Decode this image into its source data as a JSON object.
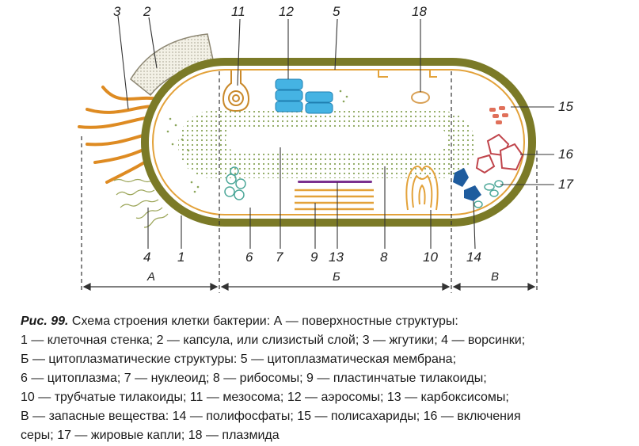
{
  "diagram": {
    "labels": {
      "n1": "1",
      "n2": "2",
      "n3": "3",
      "n4": "4",
      "n5": "5",
      "n6": "6",
      "n7": "7",
      "n8": "8",
      "n9": "9",
      "n10": "10",
      "n11": "11",
      "n12": "12",
      "n13": "13",
      "n14": "14",
      "n15": "15",
      "n16": "16",
      "n17": "17",
      "n18": "18"
    },
    "segments": {
      "a": "А",
      "b": "Б",
      "c": "В"
    },
    "colors": {
      "wall": "#7b7a27",
      "membrane": "#e3a23a",
      "flagella": "#de8b22",
      "capsule": "#e4e0d2",
      "ribosome_dots": "#8aa55a",
      "aerosome": "#45b3e3",
      "carboxysome": "#7a2f8f",
      "polyphosphate": "#1f5c9e",
      "polysaccharide": "#e0705a",
      "sulfur": "#c0444b",
      "lipid": "#4ea89a"
    }
  },
  "caption": {
    "figure": "Рис. 99.",
    "line1": " Схема строения клетки бактерии: А — поверхностные структуры:",
    "line2": "1 — клеточная стенка; 2 — капсула, или слизистый слой; 3 — жгутики; 4 — ворсинки;",
    "line3": "Б — цитоплазматические структуры: 5 — цитоплазматическая мембрана;",
    "line4": "6 — цитоплазма; 7 — нуклеоид; 8 — рибосомы; 9 — пластинчатые тилакоиды;",
    "line5": "10 — трубчатые тилакоиды; 11 — мезосома; 12 — аэросомы; 13 — карбоксисомы;",
    "line6": "В — запасные вещества: 14 — полифосфаты; 15 — полисахариды; 16 — включения",
    "line7": "серы; 17 — жировые капли; 18 — плазмида"
  }
}
